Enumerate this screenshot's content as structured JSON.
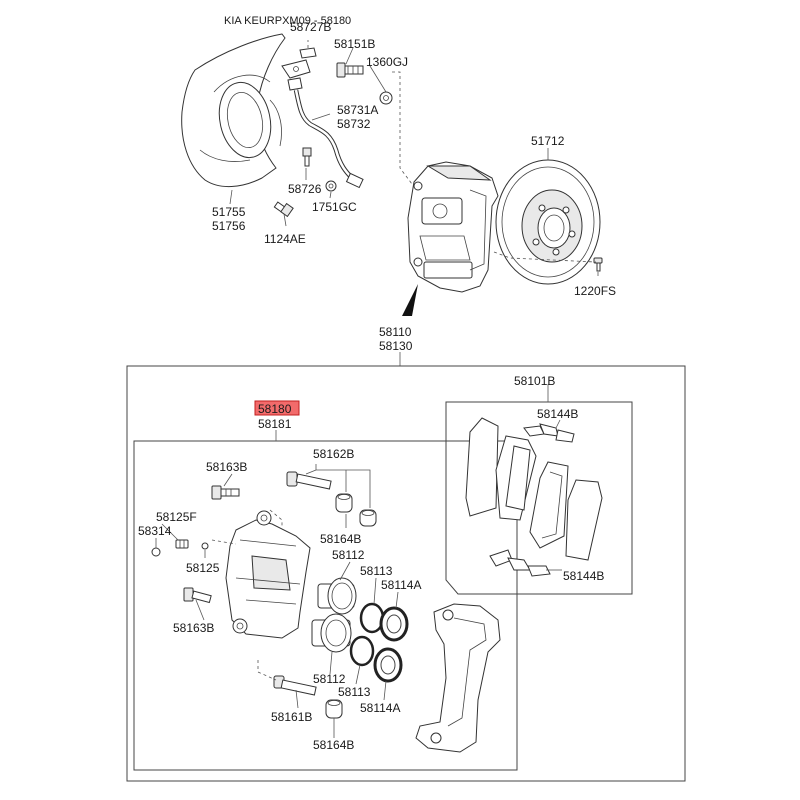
{
  "header": {
    "title": "KIA KEURPXM09 - 58180"
  },
  "colors": {
    "highlight_fill": "#f26b6b",
    "highlight_stroke": "#c21f1f",
    "line": "#333333"
  },
  "labels": {
    "p58727b": "58727B",
    "p58151b": "58151B",
    "p1360gj": "1360GJ",
    "p58731a": "58731A",
    "p58732": "58732",
    "p58726": "58726",
    "p1751gc": "1751GC",
    "p51755": "51755",
    "p51756": "51756",
    "p1124ae": "1124AE",
    "p51712": "51712",
    "p1220fs": "1220FS",
    "p58110": "58110",
    "p58130": "58130",
    "p58180": "58180",
    "p58181": "58181",
    "p58101b": "58101B",
    "p58144b_top": "58144B",
    "p58144b_bottom": "58144B",
    "p58163b_top": "58163B",
    "p58162b": "58162B",
    "p58125f": "58125F",
    "p58314": "58314",
    "p58164b_top": "58164B",
    "p58112_top": "58112",
    "p58125": "58125",
    "p58113_top": "58113",
    "p58114a_top": "58114A",
    "p58163b_bottom": "58163B",
    "p58112_bottom": "58112",
    "p58113_bottom": "58113",
    "p58114a_bottom": "58114A",
    "p58161b": "58161B",
    "p58164b_bottom": "58164B"
  }
}
